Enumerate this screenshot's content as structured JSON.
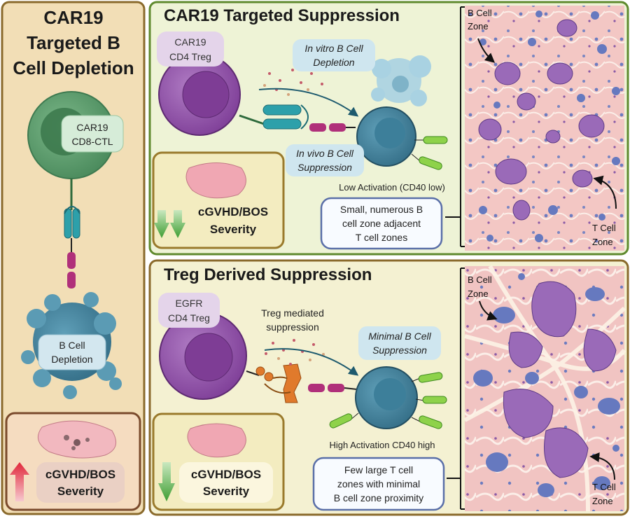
{
  "left_panel": {
    "title_line1": "CAR19",
    "title_line2": "Targeted B",
    "title_line3": "Cell Depletion",
    "ctl_line1": "CAR19",
    "ctl_line2": "CD8-CTL",
    "bcell_line1": "B Cell",
    "bcell_line2": "Depletion",
    "severity_line1": "cGVHD/BOS",
    "severity_line2": "Severity"
  },
  "top_panel": {
    "title": "CAR19 Targeted Suppression",
    "treg_line1": "CAR19",
    "treg_line2": "CD4 Treg",
    "invitro_line1": "In vitro B Cell",
    "invitro_line2": "Depletion",
    "invivo_line1": "In vivo B Cell",
    "invivo_line2": "Suppression",
    "activation": "Low Activation (CD40 low)",
    "severity_line1": "cGVHD/BOS",
    "severity_line2": "Severity",
    "zone_line1": "Small, numerous B",
    "zone_line2": "cell zone adjacent",
    "zone_line3": "T cell zones",
    "bzone_line1": "B Cell",
    "bzone_line2": "Zone",
    "tzone_line1": "T Cell",
    "tzone_line2": "Zone"
  },
  "bottom_panel": {
    "title": "Treg Derived Suppression",
    "treg_line1": "EGFR",
    "treg_line2": "CD4 Treg",
    "mediated_line1": "Treg mediated",
    "mediated_line2": "suppression",
    "minimal_line1": "Minimal B Cell",
    "minimal_line2": "Suppression",
    "activation": "High Activation CD40 high",
    "severity_line1": "cGVHD/BOS",
    "severity_line2": "Severity",
    "zone_line1": "Few large T cell",
    "zone_line2": "zones with minimal",
    "zone_line3": "B cell zone proximity",
    "bzone_line1": "B Cell",
    "bzone_line2": "Zone",
    "tzone_line1": "T Cell",
    "tzone_line2": "Zone"
  },
  "colors": {
    "left_bg": "#f2deb6",
    "left_border": "#8a6a2c",
    "top_bg": "#eef3d6",
    "top_border": "#5f8a2e",
    "bottom_bg": "#f4f1d2",
    "bottom_border": "#8a6a2c",
    "treg_purple": "#9a5bb0",
    "bcell_teal": "#4d8ea6",
    "ctl_green": "#5fa06e",
    "arrow_up_red": "#e0273a",
    "arrow_down_green": "#4caa3a"
  }
}
